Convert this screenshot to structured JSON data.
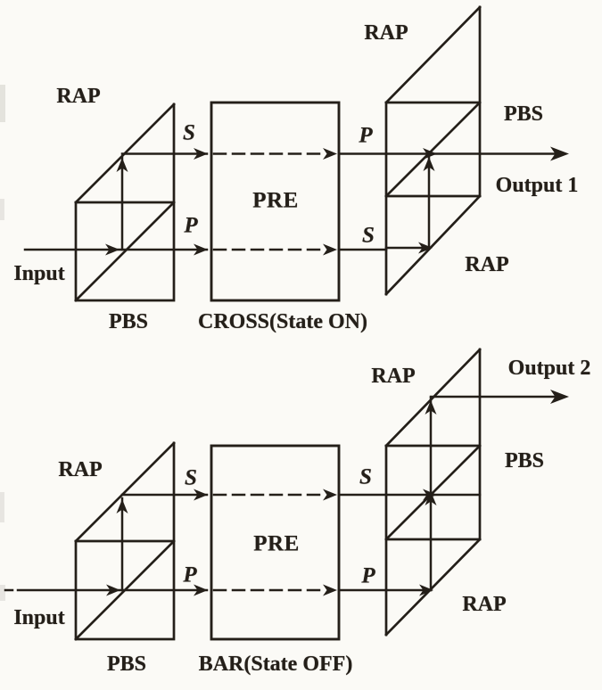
{
  "figure": {
    "background_color": "#fbfaf6",
    "ink_color": "#241f19",
    "diagrams": [
      {
        "name": "cross-state-on",
        "caption": "CROSS(State ON)",
        "labels": {
          "rap_left": "RAP",
          "input": "Input",
          "pbs_left": "PBS",
          "s_in": "S",
          "p_in": "P",
          "pre": "PRE",
          "p_out": "P",
          "s_out": "S",
          "rap_top_right": "RAP",
          "pbs_right": "PBS",
          "output": "Output 1",
          "rap_bottom_right": "RAP"
        }
      },
      {
        "name": "bar-state-off",
        "caption": "BAR(State OFF)",
        "labels": {
          "rap_left": "RAP",
          "input": "Input",
          "pbs_left": "PBS",
          "s_in": "S",
          "p_in": "P",
          "pre": "PRE",
          "s_out": "S",
          "p_out": "P",
          "rap_top_right": "RAP",
          "pbs_right": "PBS",
          "output": "Output 2",
          "rap_bottom_right": "RAP"
        }
      }
    ]
  }
}
